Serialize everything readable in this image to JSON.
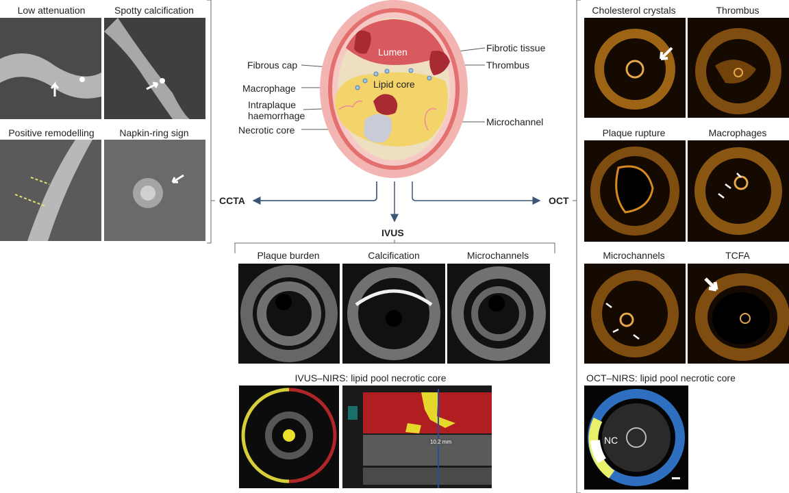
{
  "ccta": {
    "label": "CCTA",
    "panels": [
      "Low attenuation",
      "Spotty calcification",
      "Positive remodelling",
      "Napkin-ring sign"
    ]
  },
  "ivus": {
    "label": "IVUS",
    "panels": [
      "Plaque burden",
      "Calcification",
      "Microchannels"
    ],
    "nirs_title": "IVUS–NIRS: lipid pool necrotic core",
    "nirs_ruler": "10.2 mm"
  },
  "oct": {
    "label": "OCT",
    "panels": [
      "Cholesterol crystals",
      "Thrombus",
      "Plaque rupture",
      "Macrophages",
      "Microchannels",
      "TCFA"
    ],
    "nirs_title": "OCT–NIRS: lipid pool necrotic core",
    "nirs_nc": "NC"
  },
  "plaque": {
    "lumen": "Lumen",
    "lipid_core": "Lipid core",
    "left_labels": [
      "Fibrous cap",
      "Macrophage",
      "Intraplaque haemorrhage",
      "Necrotic core"
    ],
    "right_labels": [
      "Fibrotic tissue",
      "Thrombus",
      "Microchannel"
    ]
  },
  "colors": {
    "arrow": "#3b5577",
    "adventitia": "#f2b5b2",
    "media": "#e46f6f",
    "lumen": "#d85a5f",
    "lipid": "#f3d46a",
    "thrombus": "#a82a32",
    "oct_orange": "#d88a1e"
  }
}
